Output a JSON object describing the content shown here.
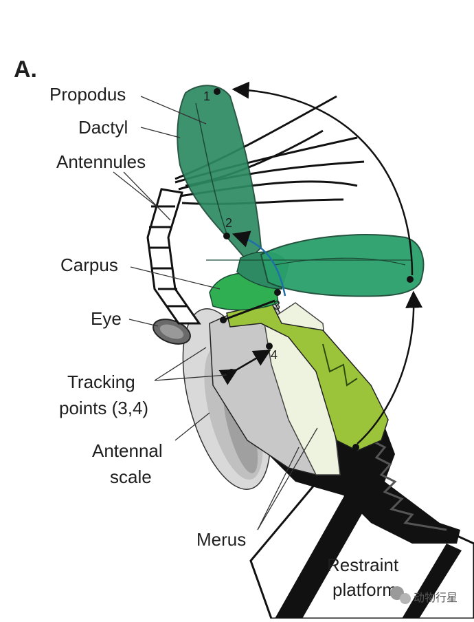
{
  "panel_label": "A.",
  "labels": {
    "propodus": "Propodus",
    "dactyl": "Dactyl",
    "antennules": "Antennules",
    "carpus": "Carpus",
    "eye": "Eye",
    "tracking_line1": "Tracking",
    "tracking_line2": "points (3,4)",
    "antennal_line1": "Antennal",
    "antennal_line2": "scale",
    "merus": "Merus",
    "restraint_line1": "Restraint",
    "restraint_line2": "platform"
  },
  "points": [
    "1",
    "2",
    "3",
    "4"
  ],
  "watermark": "动物行星",
  "colors": {
    "dark_green": "#2e8a63",
    "mid_green": "#2aa06b",
    "lime": "#9cc43a",
    "pale": "#eef3df",
    "grey": "#c8c8c8",
    "black": "#111111"
  }
}
